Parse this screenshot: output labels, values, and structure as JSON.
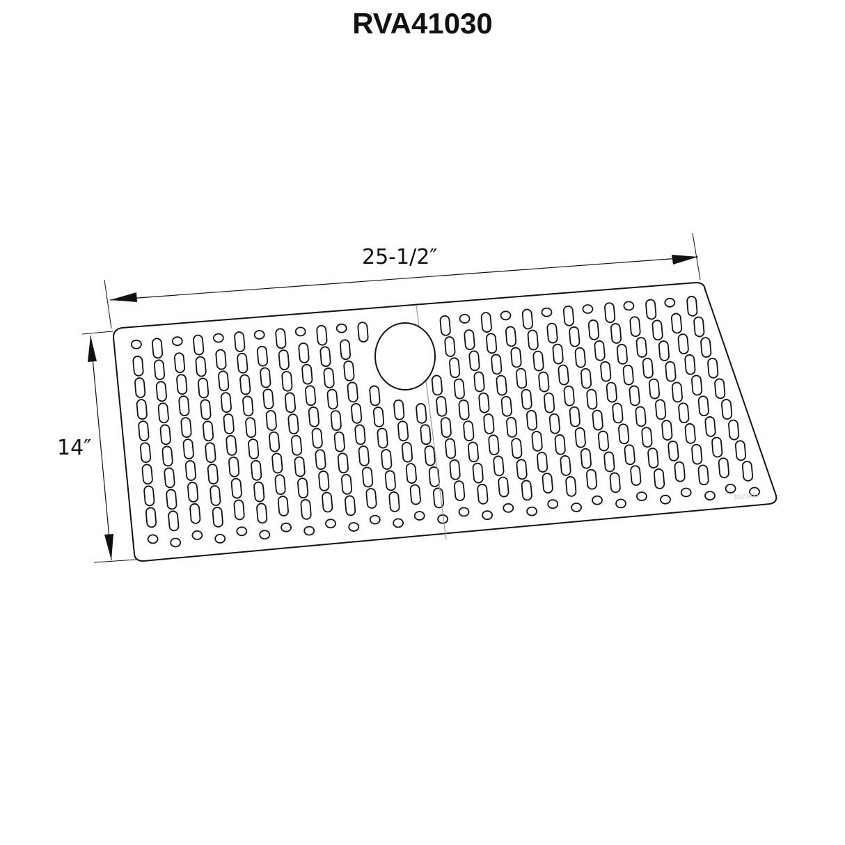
{
  "title": "RVA41030",
  "dimensions": {
    "width_label": "25-1/2″",
    "height_label": "14″"
  },
  "mat": {
    "logo_text": "RUVATI",
    "line_color": "#111111",
    "fill_color": "#ffffff"
  }
}
